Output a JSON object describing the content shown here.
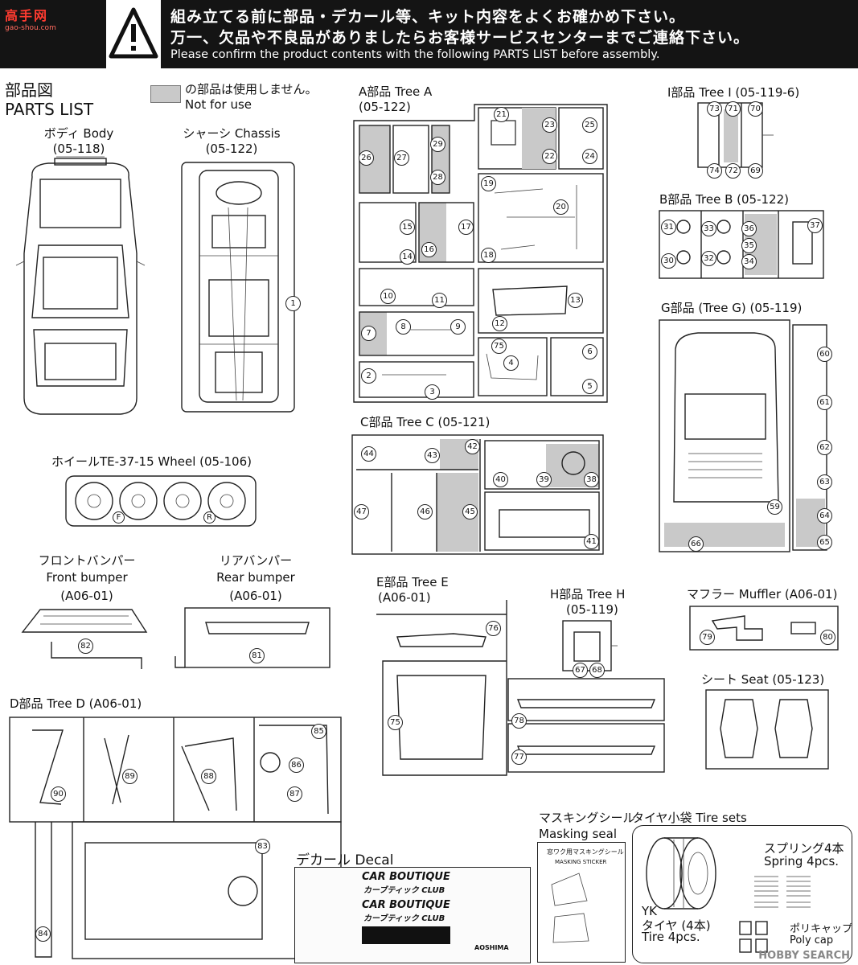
{
  "header": {
    "line1": "組み立てる前に部品・デカール等、キット内容をよくお確かめ下さい。",
    "line2": "万一、欠品や不良品がありましたらお客様サービスセンターまでご連絡下さい。",
    "line3": "Please confirm the product contents with the following PARTS LIST before assembly."
  },
  "logo": {
    "text": "高手网",
    "sub": "gao-shou.com"
  },
  "title": {
    "jp": "部品図",
    "en": "PARTS LIST"
  },
  "legend": {
    "jp": "の部品は使用しません。",
    "en": "Not for use",
    "swatch_color": "#c9c9c9"
  },
  "sections": {
    "body": {
      "name": "ボディ Body",
      "code": "(05-118)"
    },
    "chassis": {
      "name": "シャーシ Chassis",
      "code": "(05-122)"
    },
    "tree_a": {
      "name": "A部品 Tree A",
      "code": "(05-122)"
    },
    "tree_i": {
      "name": "I部品 Tree I (05-119-6)"
    },
    "tree_b": {
      "name": "B部品 Tree B (05-122)"
    },
    "tree_g": {
      "name": "G部品 (Tree G) (05-119)"
    },
    "tree_c": {
      "name": "C部品 Tree C (05-121)"
    },
    "wheel": {
      "name": "ホイールTE-37-15 Wheel (05-106)",
      "front": "F",
      "rear": "R"
    },
    "front_bumper": {
      "jp": "フロントバンパー",
      "en": "Front bumper",
      "code": "(A06-01)"
    },
    "rear_bumper": {
      "jp": "リアバンパー",
      "en": "Rear bumper",
      "code": "(A06-01)"
    },
    "tree_e": {
      "name": "E部品 Tree E",
      "code": "(A06-01)"
    },
    "tree_h": {
      "name": "H部品 Tree H",
      "code": "(05-119)"
    },
    "muffler": {
      "name": "マフラー Muffler (A06-01)"
    },
    "seat": {
      "name": "シート Seat (05-123)"
    },
    "tree_d": {
      "name": "D部品 Tree D (A06-01)"
    },
    "decal": {
      "name": "デカール Decal"
    },
    "masking": {
      "jp": "マスキングシール",
      "en": "Masking seal",
      "sheet_jp": "窓ワク用マスキングシール",
      "sheet_en": "MASKING STICKER"
    },
    "tire_sets": {
      "name": "タイヤ小袋 Tire sets",
      "yk": "YK",
      "tire_jp": "タイヤ (4本)",
      "tire_en": "Tire 4pcs.",
      "spring_jp": "スプリング4本",
      "spring_en": "Spring 4pcs.",
      "polycap_jp": "ポリキャップ",
      "polycap_en": "Poly cap"
    }
  },
  "decal_texts": {
    "club1": "CAR BOUTIQUE",
    "club1b": "カーブティック CLUB",
    "club2": "CAR BOUTIQUE",
    "club2b": "カーブティック CLUB",
    "brand": "AOSHIMA"
  },
  "parts": {
    "p1": "1",
    "p2": "2",
    "p3": "3",
    "p4": "4",
    "p5": "5",
    "p6": "6",
    "p7": "7",
    "p8": "8",
    "p9": "9",
    "p10": "10",
    "p11": "11",
    "p12": "12",
    "p13": "13",
    "p14": "14",
    "p15": "15",
    "p16": "16",
    "p17": "17",
    "p18": "18",
    "p19": "19",
    "p20": "20",
    "p21": "21",
    "p22": "22",
    "p23": "23",
    "p24": "24",
    "p25": "25",
    "p26": "26",
    "p27": "27",
    "p28": "28",
    "p29": "29",
    "p30": "30",
    "p31": "31",
    "p32": "32",
    "p33": "33",
    "p34": "34",
    "p35": "35",
    "p36": "36",
    "p37": "37",
    "p38": "38",
    "p39": "39",
    "p40": "40",
    "p41": "41",
    "p42": "42",
    "p43": "43",
    "p44": "44",
    "p45": "45",
    "p46": "46",
    "p47": "47",
    "p59": "59",
    "p60": "60",
    "p61": "61",
    "p62": "62",
    "p63": "63",
    "p64": "64",
    "p65": "65",
    "p66": "66",
    "p67": "67",
    "p68": "68",
    "p69": "69",
    "p70": "70",
    "p71": "71",
    "p72": "72",
    "p73": "73",
    "p74": "74",
    "p75": "75",
    "p76": "76",
    "p77": "77",
    "p78": "78",
    "p79": "79",
    "p80": "80",
    "p81": "81",
    "p82": "82",
    "p83": "83",
    "p84": "84",
    "p85": "85",
    "p86": "86",
    "p87": "87",
    "p88": "88",
    "p89": "89",
    "p90": "90"
  },
  "watermark": "HOBBY SEARCH"
}
